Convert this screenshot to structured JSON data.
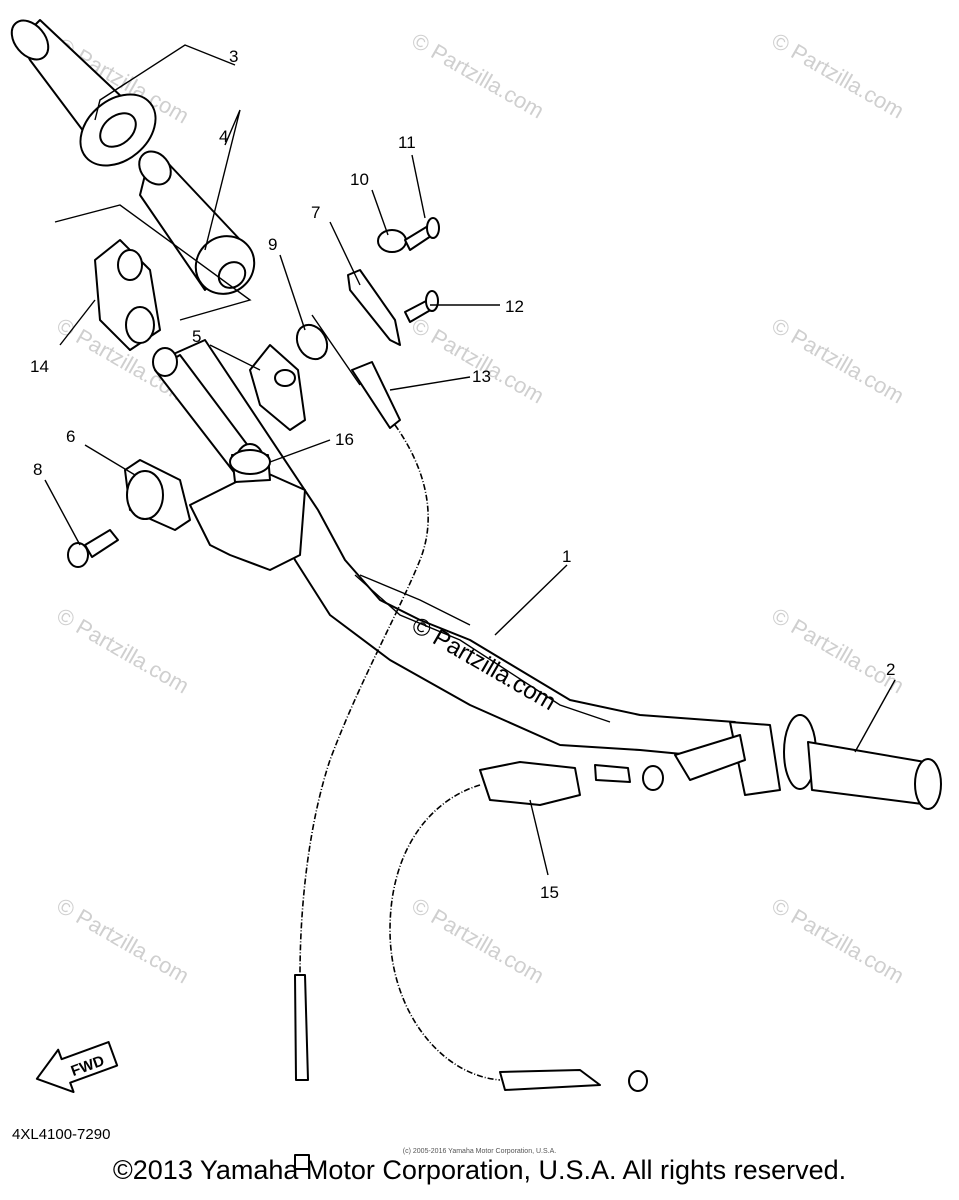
{
  "callouts": [
    "1",
    "2",
    "3",
    "4",
    "5",
    "6",
    "7",
    "8",
    "9",
    "10",
    "11",
    "12",
    "13",
    "14",
    "15",
    "16"
  ],
  "watermark": "© Partzilla.com",
  "fwd_label": "FWD",
  "diagram_code": "4XL4100-7290",
  "small_copyright": "(c) 2005-2016 Yamaha Motor Corporation, U.S.A.",
  "copyright": "©2013 Yamaha Motor Corporation, U.S.A. All rights reserved."
}
